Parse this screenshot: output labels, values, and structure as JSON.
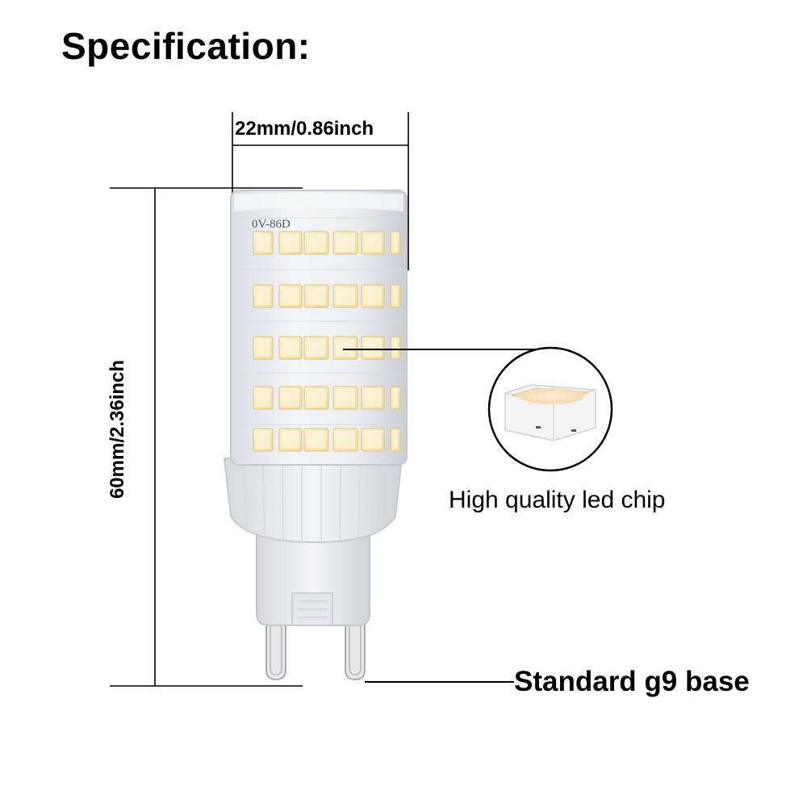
{
  "title": "Specification:",
  "dimensions": {
    "width_label": "22mm/0.86inch",
    "height_label": "60mm/2.36inch"
  },
  "callouts": {
    "led_chip": "High quality led chip",
    "base": "Standard g9 base"
  },
  "bulb": {
    "model_marking": "0V-86D",
    "led_color": "#f6e9b8",
    "body_color": "#eef0f2"
  }
}
